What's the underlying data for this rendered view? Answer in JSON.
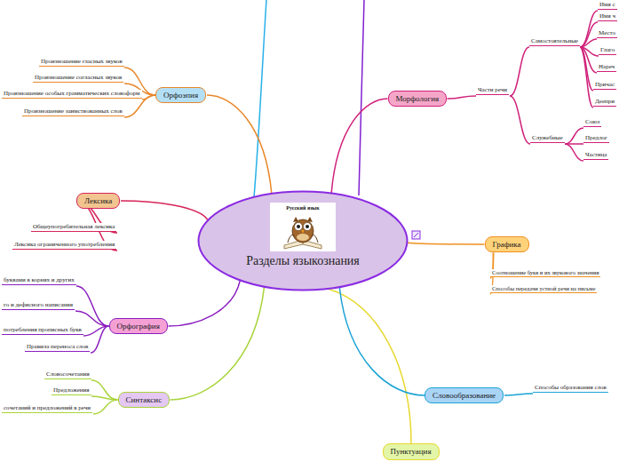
{
  "diagram": {
    "nodes": [
      {
        "text": [
          "Русский язык",
          "Разделы языкознания"
        ]
      },
      {
        "text": [
          "Орфоэпия"
        ]
      },
      {
        "text": [
          "Произношение гласных звуков"
        ]
      },
      {
        "text": [
          "Произношение согласных звуков"
        ]
      },
      {
        "text": [
          "Произношение особых грамматических словоформ"
        ]
      },
      {
        "text": [
          "Произношение заимствованных слов"
        ]
      },
      {
        "text": [
          "Лексика"
        ]
      },
      {
        "text": [
          "Общеупотребительная лексика"
        ]
      },
      {
        "text": [
          "Лексика ограниченного употребления"
        ]
      },
      {
        "text": [
          "Орфография"
        ]
      },
      {
        "text": [
          "буквами в корнях и других"
        ]
      },
      {
        "text": [
          "го и дефисного написания"
        ]
      },
      {
        "text": [
          "потребления прописных букв"
        ]
      },
      {
        "text": [
          "Правила переноса слов"
        ]
      },
      {
        "text": [
          "Синтаксис"
        ]
      },
      {
        "text": [
          "Словосочетания"
        ]
      },
      {
        "text": [
          "Предложения"
        ]
      },
      {
        "text": [
          "сочетаний и предложений в речи"
        ]
      },
      {
        "text": [
          "Пунктуация"
        ]
      },
      {
        "text": [
          "Словообразование"
        ]
      },
      {
        "text": [
          "Способы образования слов"
        ]
      },
      {
        "text": [
          "Графика"
        ]
      },
      {
        "text": [
          "Соотношение букв и их звукового значения"
        ]
      },
      {
        "text": [
          "Способы передачи устной речи на письме"
        ]
      },
      {
        "text": [
          "Морфология"
        ]
      },
      {
        "text": [
          "Части речи"
        ]
      },
      {
        "text": [
          "Самостоятельные"
        ]
      },
      {
        "text": [
          "Имя с"
        ]
      },
      {
        "text": [
          "Имя ч"
        ]
      },
      {
        "text": [
          "Место"
        ]
      },
      {
        "text": [
          "Глаго"
        ]
      },
      {
        "text": [
          "Нареч"
        ]
      },
      {
        "text": [
          "Причас"
        ]
      },
      {
        "text": [
          "Деепри"
        ]
      },
      {
        "text": [
          "Служебные"
        ]
      },
      {
        "text": [
          "Союз"
        ]
      },
      {
        "text": [
          "Предлог"
        ]
      },
      {
        "text": [
          "Частица"
        ]
      }
    ],
    "edges": [
      {
        "from": 0,
        "to": 1,
        "arrow": "none"
      },
      {
        "from": 1,
        "to": 2,
        "arrow": "none"
      },
      {
        "from": 1,
        "to": 3,
        "arrow": "none"
      },
      {
        "from": 1,
        "to": 4,
        "arrow": "none"
      },
      {
        "from": 1,
        "to": 5,
        "arrow": "none"
      },
      {
        "from": 0,
        "to": 6,
        "arrow": "none"
      },
      {
        "from": 6,
        "to": 7,
        "arrow": "none"
      },
      {
        "from": 6,
        "to": 8,
        "arrow": "none"
      },
      {
        "from": 0,
        "to": 9,
        "arrow": "none"
      },
      {
        "from": 9,
        "to": 10,
        "arrow": "none"
      },
      {
        "from": 9,
        "to": 11,
        "arrow": "none"
      },
      {
        "from": 9,
        "to": 12,
        "arrow": "none"
      },
      {
        "from": 9,
        "to": 13,
        "arrow": "none"
      },
      {
        "from": 0,
        "to": 14,
        "arrow": "none"
      },
      {
        "from": 14,
        "to": 15,
        "arrow": "none"
      },
      {
        "from": 14,
        "to": 16,
        "arrow": "none"
      },
      {
        "from": 14,
        "to": 17,
        "arrow": "none"
      },
      {
        "from": 0,
        "to": 18,
        "arrow": "none"
      },
      {
        "from": 0,
        "to": 19,
        "arrow": "none"
      },
      {
        "from": 19,
        "to": 20,
        "arrow": "none"
      },
      {
        "from": 0,
        "to": 21,
        "arrow": "none"
      },
      {
        "from": 21,
        "to": 22,
        "arrow": "none"
      },
      {
        "from": 21,
        "to": 23,
        "arrow": "none"
      },
      {
        "from": 0,
        "to": 24,
        "arrow": "none"
      },
      {
        "from": 24,
        "to": 25,
        "arrow": "none"
      },
      {
        "from": 25,
        "to": 26,
        "arrow": "none"
      },
      {
        "from": 26,
        "to": 27,
        "arrow": "none"
      },
      {
        "from": 26,
        "to": 28,
        "arrow": "none"
      },
      {
        "from": 26,
        "to": 29,
        "arrow": "none"
      },
      {
        "from": 26,
        "to": 30,
        "arrow": "none"
      },
      {
        "from": 26,
        "to": 31,
        "arrow": "none"
      },
      {
        "from": 26,
        "to": 32,
        "arrow": "none"
      },
      {
        "from": 26,
        "to": 33,
        "arrow": "none"
      },
      {
        "from": 25,
        "to": 34,
        "arrow": "none"
      },
      {
        "from": 34,
        "to": 35,
        "arrow": "none"
      },
      {
        "from": 34,
        "to": 36,
        "arrow": "none"
      },
      {
        "from": 34,
        "to": 37,
        "arrow": "none"
      }
    ]
  }
}
